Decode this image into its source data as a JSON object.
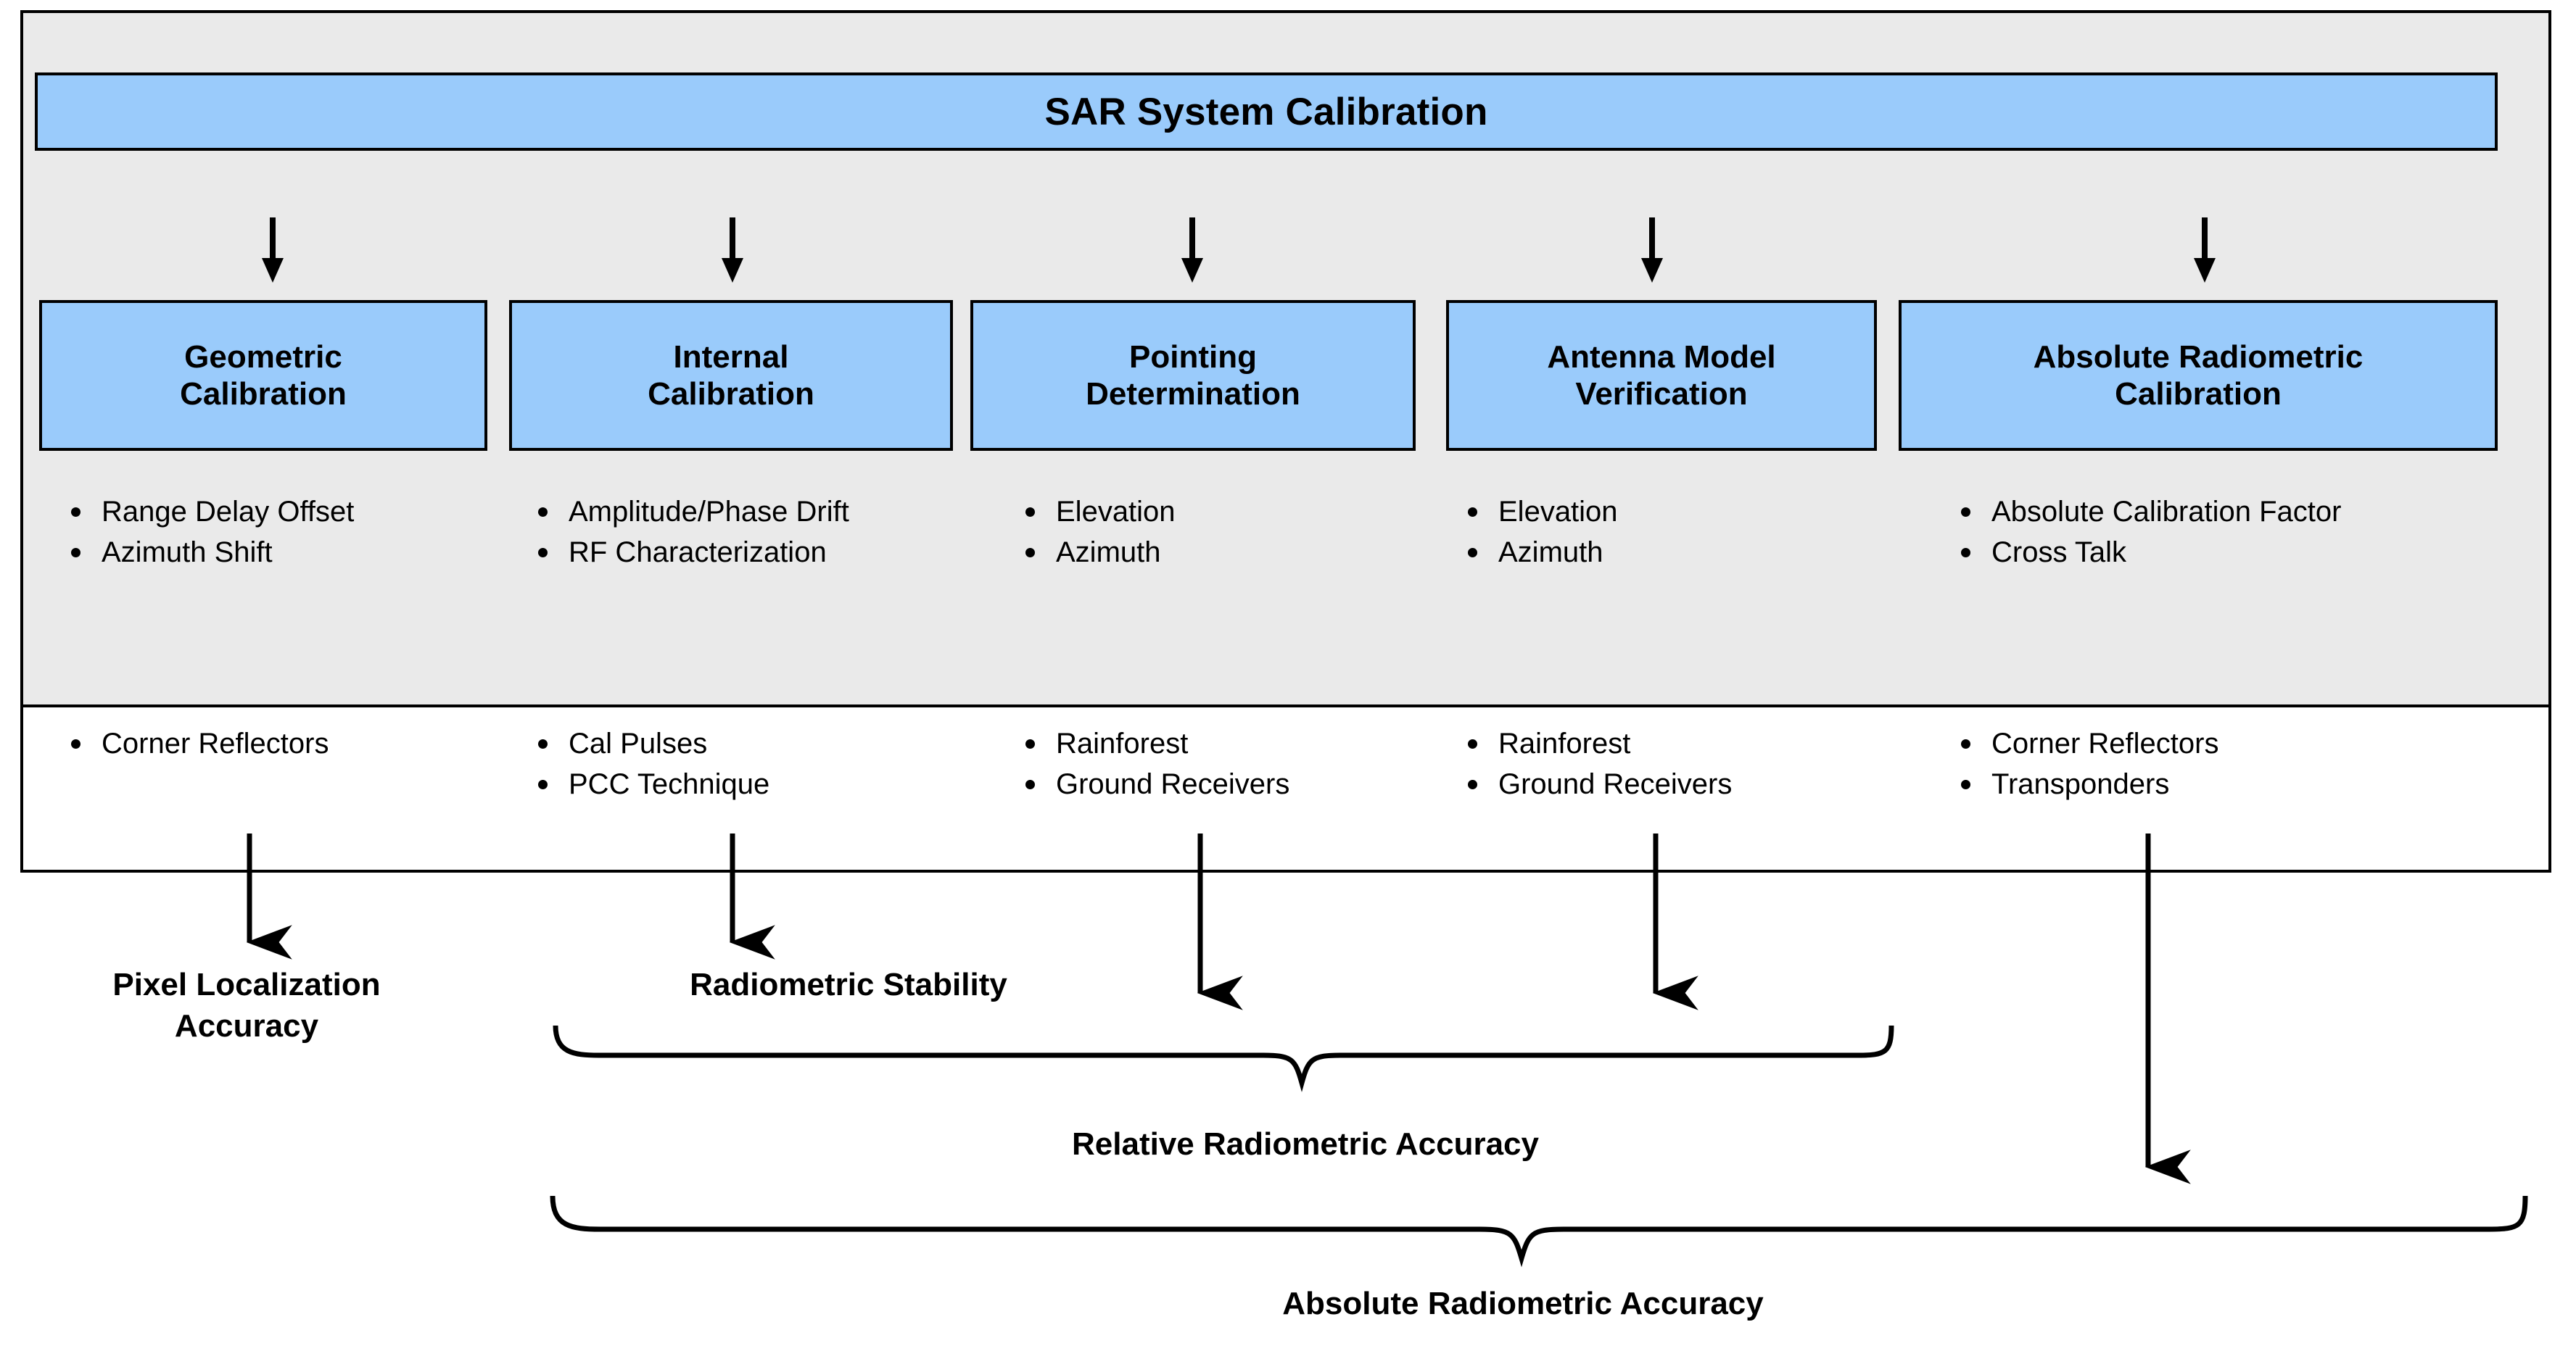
{
  "diagram": {
    "title": "SAR System Calibration",
    "columns": [
      {
        "heading": "Geometric\nCalibration",
        "heading_line1": "Geometric",
        "heading_line2": "Calibration",
        "parameters": [
          "Range Delay Offset",
          "Azimuth Shift"
        ],
        "methods": [
          "Corner Reflectors"
        ]
      },
      {
        "heading": "Internal\nCalibration",
        "heading_line1": "Internal",
        "heading_line2": "Calibration",
        "parameters": [
          "Amplitude/Phase Drift",
          "RF Characterization"
        ],
        "methods": [
          "Cal Pulses",
          "PCC Technique"
        ]
      },
      {
        "heading": "Pointing\nDetermination",
        "heading_line1": "Pointing",
        "heading_line2": "Determination",
        "parameters": [
          "Elevation",
          "Azimuth"
        ],
        "methods": [
          "Rainforest",
          "Ground Receivers"
        ]
      },
      {
        "heading": "Antenna Model\nVerification",
        "heading_line1": "Antenna Model",
        "heading_line2": "Verification",
        "parameters": [
          "Elevation",
          "Azimuth"
        ],
        "methods": [
          "Rainforest",
          "Ground Receivers"
        ]
      },
      {
        "heading": "Absolute Radiometric\nCalibration",
        "heading_line1": "Absolute Radiometric",
        "heading_line2": "Calibration",
        "parameters": [
          "Absolute Calibration Factor",
          "Cross Talk"
        ],
        "methods": [
          "Corner Reflectors",
          "Transponders"
        ]
      }
    ],
    "outcomes": {
      "pixel_localization_line1": "Pixel Localization",
      "pixel_localization_line2": "Accuracy",
      "radiometric_stability": "Radiometric Stability",
      "relative_radiometric_accuracy": "Relative Radiometric Accuracy",
      "absolute_radiometric_accuracy": "Absolute Radiometric Accuracy"
    },
    "colors": {
      "box_fill": "#9ACBFB",
      "panel_fill": "#EAEAEA",
      "stroke": "#000000",
      "page_background": "#FFFFFF"
    }
  }
}
